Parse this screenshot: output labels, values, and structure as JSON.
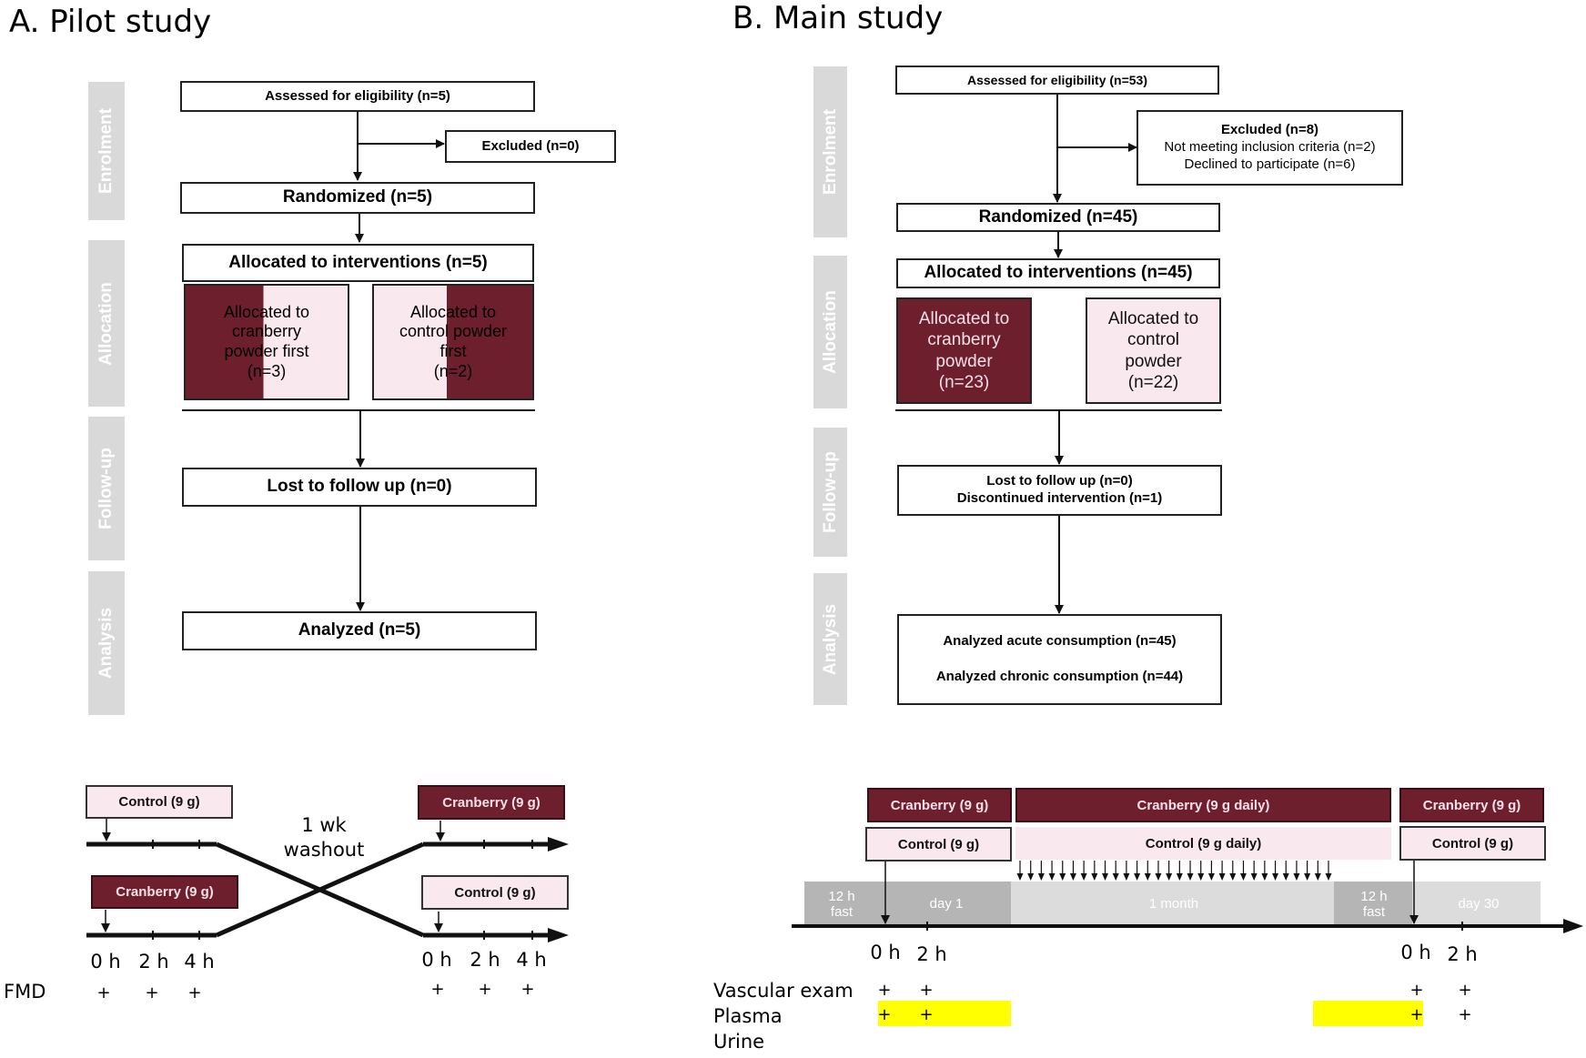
{
  "pilot": {
    "heading": "A. Pilot study",
    "stages": [
      "Enrolment",
      "Allocation",
      "Follow-up",
      "Analysis"
    ],
    "assessed": "Assessed for eligibility (n=5)",
    "excluded": "Excluded (n=0)",
    "randomized": "Randomized (n=5)",
    "allocated": "Allocated to interventions (n=5)",
    "arm1": "Allocated to\ncranberry\npowder first\n(n=3)",
    "arm2": "Allocated to\ncontrol powder\nfirst\n(n=2)",
    "lost": "Lost to follow up (n=0)",
    "analyzed": "Analyzed (n=5)",
    "timeline": {
      "control_left": "Control (9 g)",
      "cranberry_left": "Cranberry (9 g)",
      "cranberry_right": "Cranberry (9 g)",
      "control_right": "Control (9 g)",
      "washout_line1": "1 wk",
      "washout_line2": "washout",
      "times": [
        "0 h",
        "2 h",
        "4 h"
      ],
      "measure_label": "FMD",
      "mark": "+"
    }
  },
  "main": {
    "heading": "B. Main study",
    "stages": [
      "Enrolment",
      "Allocation",
      "Follow-up",
      "Analysis"
    ],
    "assessed": "Assessed for eligibility (n=53)",
    "excluded_title": "Excluded (n=8)",
    "excluded_reason1": "Not meeting inclusion criteria (n=2)",
    "excluded_reason2": "Declined to participate (n=6)",
    "randomized": "Randomized (n=45)",
    "allocated": "Allocated to interventions (n=45)",
    "arm1": "Allocated to\ncranberry\npowder\n(n=23)",
    "arm2": "Allocated to\ncontrol\npowder\n(n=22)",
    "lost_line1": "Lost to follow up (n=0)",
    "lost_line2": "Discontinued intervention (n=1)",
    "analyzed_line1": "Analyzed acute consumption (n=45)",
    "analyzed_line2": "Analyzed chronic consumption (n=44)",
    "timeline": {
      "cranberry_day1": "Cranberry (9 g)",
      "cranberry_daily": "Cranberry (9 g daily)",
      "cranberry_day30": "Cranberry (9 g)",
      "control_day1": "Control (9 g)",
      "control_daily": "Control (9 g daily)",
      "control_day30": "Control (9 g)",
      "fast1_line1": "12 h",
      "fast1_line2": "fast",
      "day1": "day 1",
      "month": "1 month",
      "fast2_line1": "12 h",
      "fast2_line2": "fast",
      "day30": "day 30",
      "times": [
        "0 h",
        "2 h"
      ],
      "rows": [
        "Vascular exam",
        "Plasma",
        "Urine"
      ],
      "mark": "+"
    }
  },
  "colors": {
    "cranberry": "#6e1f2d",
    "control": "#f9e9ef",
    "stage": "#d9d9d9",
    "urine": "#ffff00"
  }
}
